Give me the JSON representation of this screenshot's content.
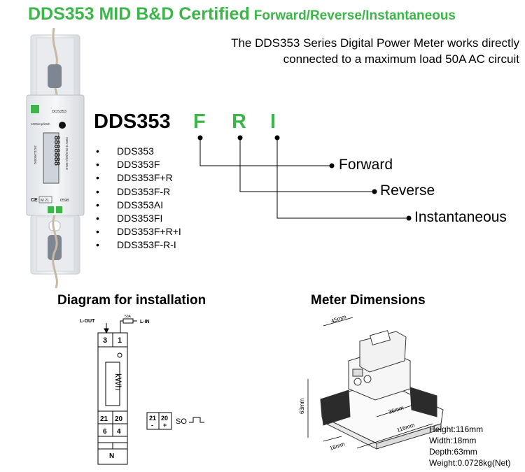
{
  "header": {
    "title": "DDS353 MID B&D Certified",
    "subtitle": "Forward/Reverse/Instantaneous"
  },
  "intro": {
    "line1": "The DDS353 Series Digital Power Meter works directly",
    "line2": "connected to a maximum load 50A AC circuit"
  },
  "product": {
    "model_code": "DDS353",
    "code_letters": [
      "F",
      "R",
      "I"
    ],
    "function_labels": [
      "Forward",
      "Reverse",
      "Instantaneous"
    ],
    "variants": [
      "DDS353",
      "DDS353F",
      "DDS353F+R",
      "DDS353F-R",
      "DDS353AI",
      "DDS353FI",
      "DDS353F+R+I",
      "DDS353F-R-I"
    ],
    "bullet_symbol": "•",
    "photo_labels": {
      "model": "DDS353",
      "imp": "1000imp/kWh",
      "rating": "230V 0.25-5(50)A 50Hz",
      "serial": "20211000002",
      "ce": "CE",
      "mid": "M 21",
      "nb": "0598",
      "kwh": "kWh",
      "display": "8888888"
    }
  },
  "installation": {
    "heading": "Diagram for installation",
    "l_out": "L-OUT",
    "l_in": "L-IN",
    "fuse": "50A",
    "terminals_top": [
      "3",
      "1"
    ],
    "kwh": "kWh",
    "so_terminals": [
      "21",
      "20"
    ],
    "terminals_bottom": [
      "6",
      "4"
    ],
    "neutral": "N",
    "so_box_numbers": [
      "21",
      "20"
    ],
    "so_polarity": [
      "-",
      "+"
    ],
    "so_label": "SO"
  },
  "dimensions": {
    "heading": "Meter Dimensions",
    "labels": [
      "45mm",
      "63mm",
      "36mm",
      "116mm",
      "18mm"
    ],
    "specs": [
      "Height:116mm",
      "Width:18mm",
      "Depth:63mm",
      "Weight:0.0728kg(Net)"
    ]
  },
  "colors": {
    "accent_green": "#3cb549",
    "text": "#000000",
    "meter_body": "#f2f3f5",
    "lcd": "#cfd4da"
  }
}
